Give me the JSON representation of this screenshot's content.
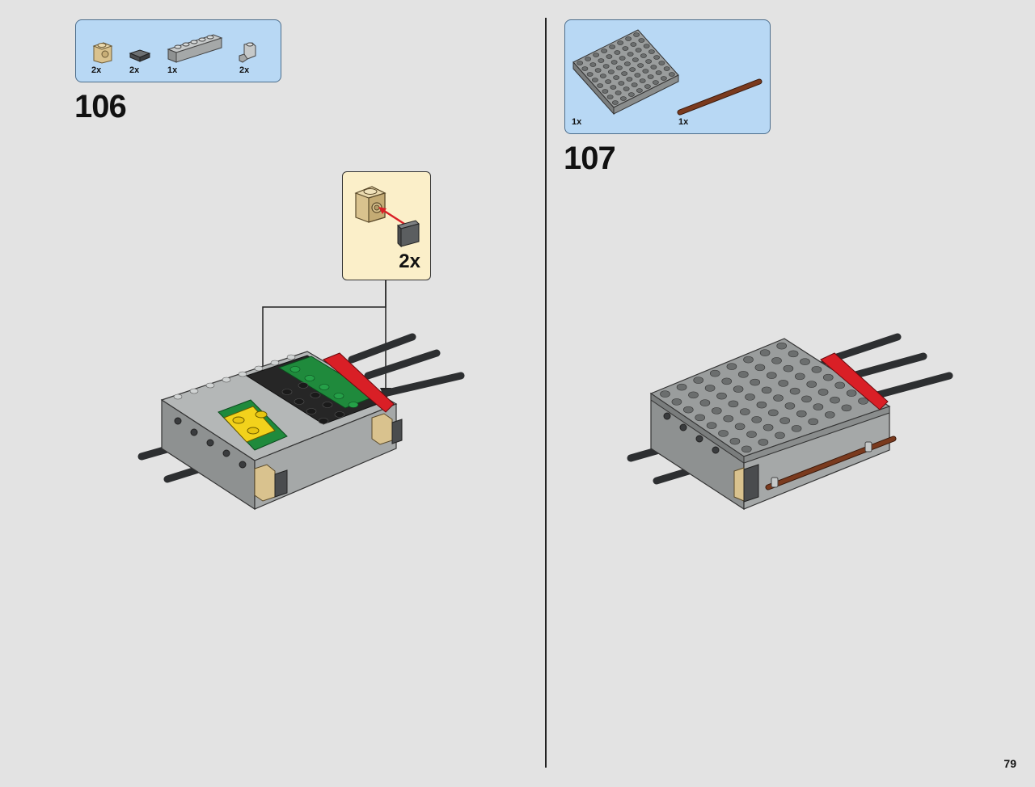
{
  "step_106": {
    "number": "106",
    "parts": [
      {
        "qty": "2x",
        "icon": "tan-brick-with-stud-icon"
      },
      {
        "qty": "2x",
        "icon": "dark-gray-tile-icon"
      },
      {
        "qty": "1x",
        "icon": "light-gray-technic-brick-icon"
      },
      {
        "qty": "2x",
        "icon": "light-gray-bracket-icon"
      }
    ],
    "callout": {
      "qty": "2x"
    }
  },
  "step_107": {
    "number": "107",
    "parts": [
      {
        "qty": "1x",
        "icon": "light-gray-plate-8x8-icon"
      },
      {
        "qty": "1x",
        "icon": "reddish-brown-bar-icon"
      }
    ]
  },
  "page": {
    "number": "79"
  },
  "colors": {
    "background": "#e3e3e3",
    "parts_box": "#b8d8f4",
    "callout_box": "#fbefc9",
    "light_gray": "#a5a8a8",
    "dark_gray": "#5b5e60",
    "black": "#1e1e1e",
    "green": "#1f8a3c",
    "yellow": "#f2d21c",
    "red": "#d91f26",
    "tan": "#d9c28e",
    "brown": "#7a3a1e"
  }
}
